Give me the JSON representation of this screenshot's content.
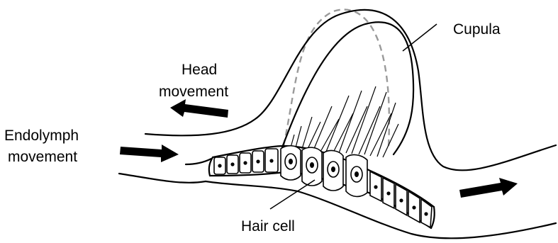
{
  "labels": {
    "cupula": "Cupula",
    "head_movement_line1": "Head",
    "head_movement_line2": "movement",
    "endolymph_line1": "Endolymph",
    "endolymph_line2": "movement",
    "hair_cell": "Hair cell"
  },
  "colors": {
    "outline": "#000000",
    "cupula_rest_dashed": "#9a9a9a",
    "background": "#ffffff"
  }
}
